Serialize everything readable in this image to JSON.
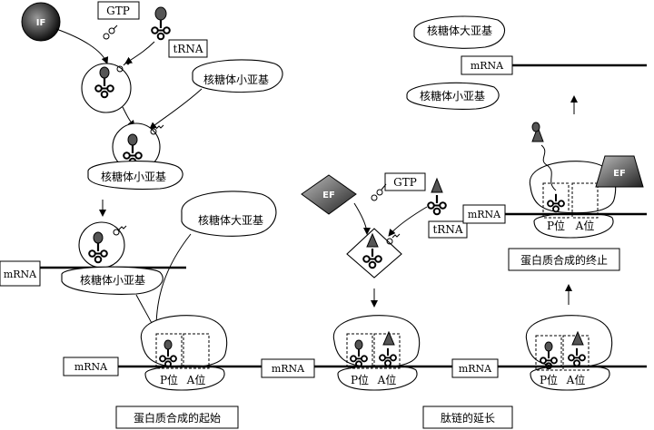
{
  "labels": {
    "if": "IF",
    "ef": "EF",
    "gtp": "GTP",
    "trna": "tRNA",
    "mrna": "mRNA",
    "small_subunit": "核糖体小亚基",
    "large_subunit": "核糖体大亚基",
    "p_site": "P位",
    "a_site": "A位"
  },
  "stages": {
    "initiation": "蛋白质合成的起始",
    "elongation": "肽链的延长",
    "termination": "蛋白质合成的终止"
  }
}
